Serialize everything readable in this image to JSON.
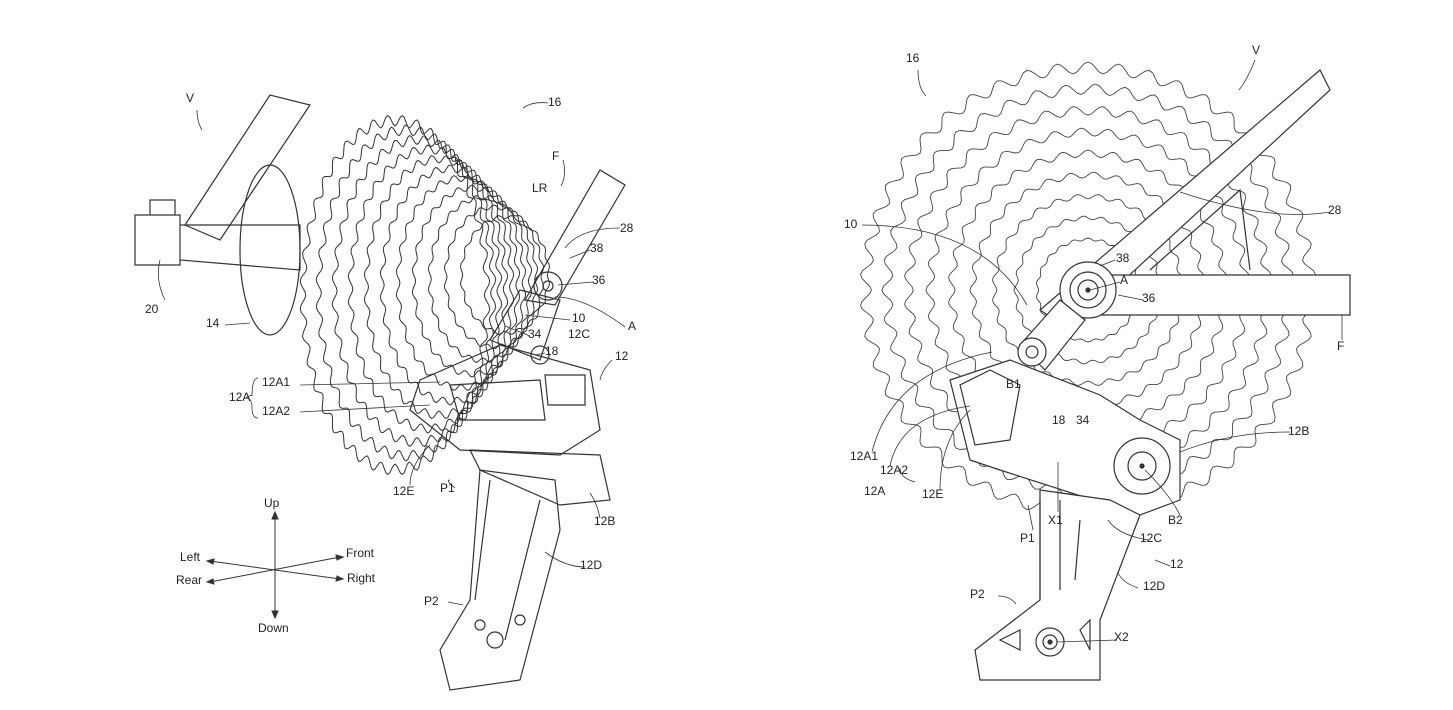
{
  "left_figure": {
    "labels": {
      "V": "V",
      "n16": "16",
      "F": "F",
      "LR": "LR",
      "n28": "28",
      "n38": "38",
      "n36": "36",
      "n10": "10",
      "A": "A",
      "n34": "34",
      "n12C": "12C",
      "n18": "18",
      "n12": "12",
      "n12A1": "12A1",
      "n12A": "12A",
      "n12A2": "12A2",
      "n20": "20",
      "n14": "14",
      "n12E": "12E",
      "P1": "P1",
      "n12B": "12B",
      "n12D": "12D",
      "P2": "P2"
    },
    "directions": {
      "up": "Up",
      "down": "Down",
      "left": "Left",
      "right": "Right",
      "front": "Front",
      "rear": "Rear"
    }
  },
  "right_figure": {
    "labels": {
      "n16": "16",
      "V": "V",
      "n28": "28",
      "n10": "10",
      "n38": "38",
      "A": "A",
      "n36": "36",
      "F": "F",
      "B1": "B1",
      "n18": "18",
      "n34": "34",
      "n12B": "12B",
      "n12A1": "12A1",
      "n12A2": "12A2",
      "n12A": "12A",
      "n12E": "12E",
      "B2": "B2",
      "X1": "X1",
      "P1": "P1",
      "n12C": "12C",
      "n12": "12",
      "n12D": "12D",
      "P2": "P2",
      "X2": "X2"
    }
  },
  "colors": {
    "line": "#333333",
    "background": "#ffffff"
  }
}
